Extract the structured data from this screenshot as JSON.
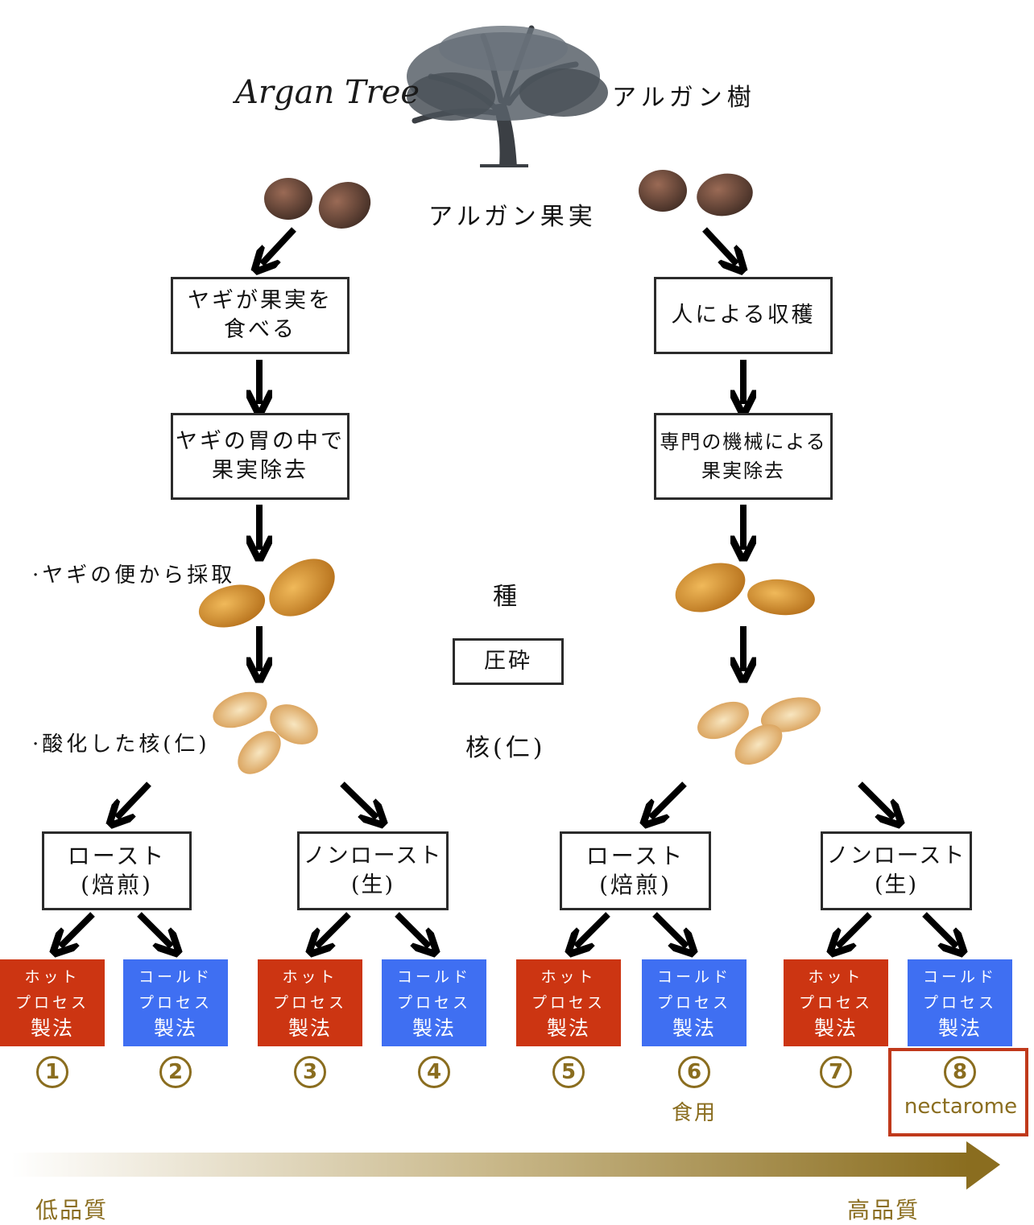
{
  "header": {
    "logo_text": "Argan Tree",
    "tree_label": "アルガン樹"
  },
  "fruit_label": "アルガン果実",
  "left_path": {
    "step1": [
      "ヤギが果実を",
      "食べる"
    ],
    "step2": [
      "ヤギの胃の中で",
      "果実除去"
    ],
    "seed_note": "·ヤギの便から採取",
    "kernel_note": "·酸化した核(仁)"
  },
  "right_path": {
    "step1": [
      "人による収穫"
    ],
    "step2": [
      "専門の機械による",
      "果実除去"
    ]
  },
  "center": {
    "seed_label": "種",
    "crush_label": "圧砕",
    "kernel_label": "核(仁)"
  },
  "roast_boxes": [
    {
      "line1": "ロースト",
      "line2": "(焙煎)"
    },
    {
      "line1": "ノンロースト",
      "line2": "(生)"
    },
    {
      "line1": "ロースト",
      "line2": "(焙煎)"
    },
    {
      "line1": "ノンロースト",
      "line2": "(生)"
    }
  ],
  "processes": [
    {
      "line1": "ホット",
      "line2": "プロセス",
      "line3": "製法",
      "type": "hot",
      "number": "1"
    },
    {
      "line1": "コールド",
      "line2": "プロセス",
      "line3": "製法",
      "type": "cold",
      "number": "2"
    },
    {
      "line1": "ホット",
      "line2": "プロセス",
      "line3": "製法",
      "type": "hot",
      "number": "3"
    },
    {
      "line1": "コールド",
      "line2": "プロセス",
      "line3": "製法",
      "type": "cold",
      "number": "4"
    },
    {
      "line1": "ホット",
      "line2": "プロセス",
      "line3": "製法",
      "type": "hot",
      "number": "5"
    },
    {
      "line1": "コールド",
      "line2": "プロセス",
      "line3": "製法",
      "type": "cold",
      "number": "6"
    },
    {
      "line1": "ホット",
      "line2": "プロセス",
      "line3": "製法",
      "type": "hot",
      "number": "7"
    },
    {
      "line1": "コールド",
      "line2": "プロセス",
      "line3": "製法",
      "type": "cold",
      "number": "8"
    }
  ],
  "notes": {
    "edible": "食用",
    "brand": "nectarome"
  },
  "quality_scale": {
    "low": "低品質",
    "high": "高品質"
  },
  "colors": {
    "hot": "#cc3512",
    "cold": "#3f6ff2",
    "gold": "#8a6d1f",
    "highlight": "#c0391b"
  }
}
